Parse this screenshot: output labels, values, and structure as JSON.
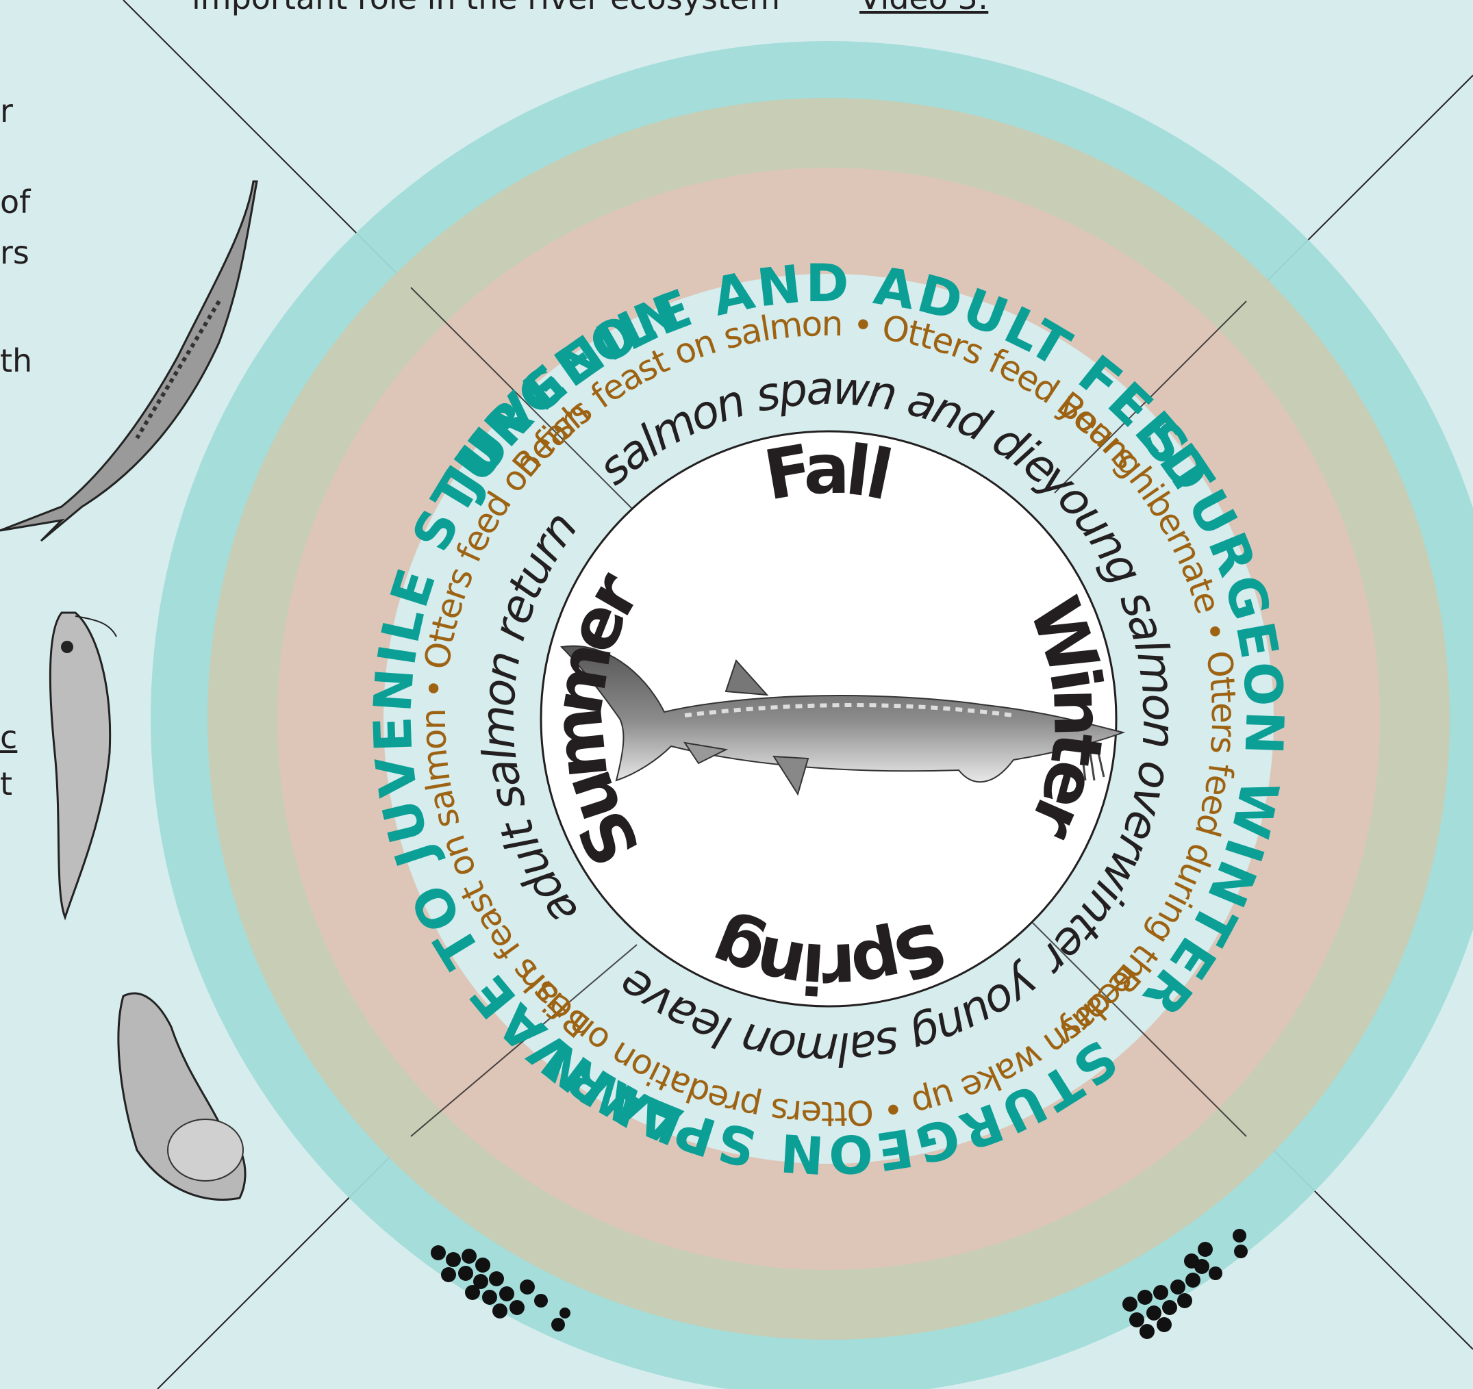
{
  "header": {
    "cut_text": "important role in the river ecosystem",
    "video_link": "Video 3:"
  },
  "left_fragments": [
    "r",
    "of",
    "rs",
    "th",
    "c",
    "t"
  ],
  "rings": {
    "outer_titles": {
      "top": "JUVENILE AND ADULT FEED",
      "left": "LARVAE TO JUVENILE STURGEON",
      "right": "STURGEON WINTER",
      "bottom": "STURGEON SPAWN"
    },
    "predator_notes": {
      "top": "Bears feast on salmon • Otters feed young",
      "left": "Bears feast on salmon • Otters feed on fish",
      "right": "Bears hibernate • Otters feed during the day",
      "bottom": "Bearsn wake up • Otters predation on fish"
    },
    "salmon_notes": {
      "top": "salmon spawn and die",
      "left": "adult salmon return",
      "right": "young salmon overwinter",
      "bottom": "young salmon leave"
    },
    "seasons": {
      "top": "Fall",
      "left": "Summer",
      "right": "Winter",
      "bottom": "Spring"
    }
  },
  "colors": {
    "background": "#d6eced",
    "outer_ring": "#a1dcd9",
    "middle_ring": "#cbcbb2",
    "inner_ring": "#dec6b9",
    "title_teal": "#0b9f96",
    "note_brown": "#9e6312",
    "text_dark": "#231f20"
  },
  "illustrations": [
    "sturgeon-adult-illustration",
    "sturgeon-juvenile-illustration",
    "sturgeon-larva-illustration",
    "sturgeon-eggs-illustration"
  ]
}
